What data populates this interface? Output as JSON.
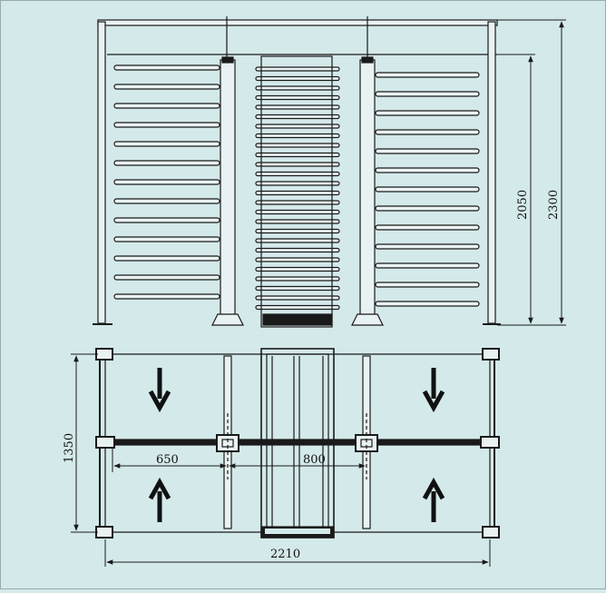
{
  "colors": {
    "background": "#d4e9ea",
    "line": "#1a1a1a",
    "fill_light": "#e9f2f2",
    "border": "#9aa9ab"
  },
  "dimensions": {
    "total_height": "2300",
    "arm_height": "2050",
    "depth": "1350",
    "lane_width": "650",
    "center_width": "800",
    "total_width": "2210"
  },
  "icons": {
    "top_left": "arrow-down-icon",
    "top_right": "arrow-down-icon",
    "bottom_left": "arrow-up-icon",
    "bottom_right": "arrow-up-icon"
  }
}
